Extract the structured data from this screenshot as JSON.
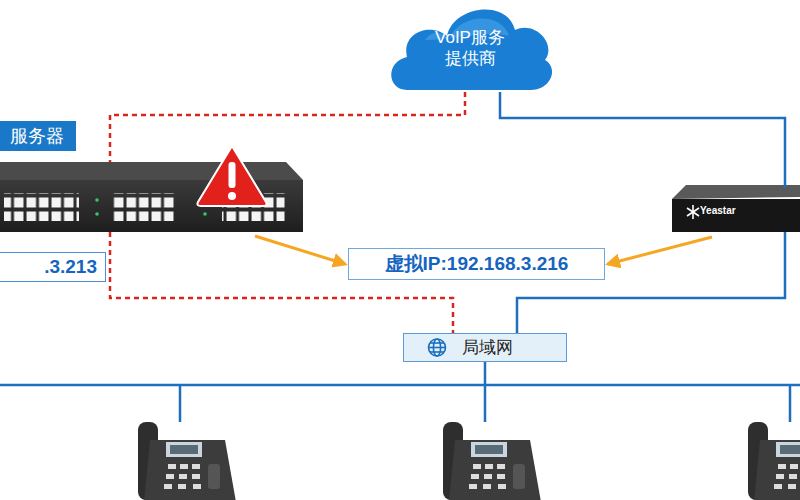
{
  "diagram": {
    "nodes": [
      {
        "text": [
          "VoIP服务 提供商"
        ]
      },
      {
        "text": [
          "服务器",
          ".3.213"
        ]
      },
      {
        "text": [
          "Yeastar"
        ]
      },
      {
        "text": [
          "虚拟IP:192.168.3.216"
        ]
      },
      {
        "text": [
          "局域网"
        ]
      }
    ],
    "edges": [
      {
        "from": 0,
        "to": 1,
        "arrow": "none"
      },
      {
        "from": 0,
        "to": 2,
        "arrow": "none"
      },
      {
        "from": 1,
        "to": 3,
        "arrow": "to"
      },
      {
        "from": 2,
        "to": 3,
        "arrow": "to"
      },
      {
        "from": 1,
        "to": 4,
        "arrow": "none"
      },
      {
        "from": 4,
        "to": 2,
        "arrow": "none"
      }
    ]
  }
}
